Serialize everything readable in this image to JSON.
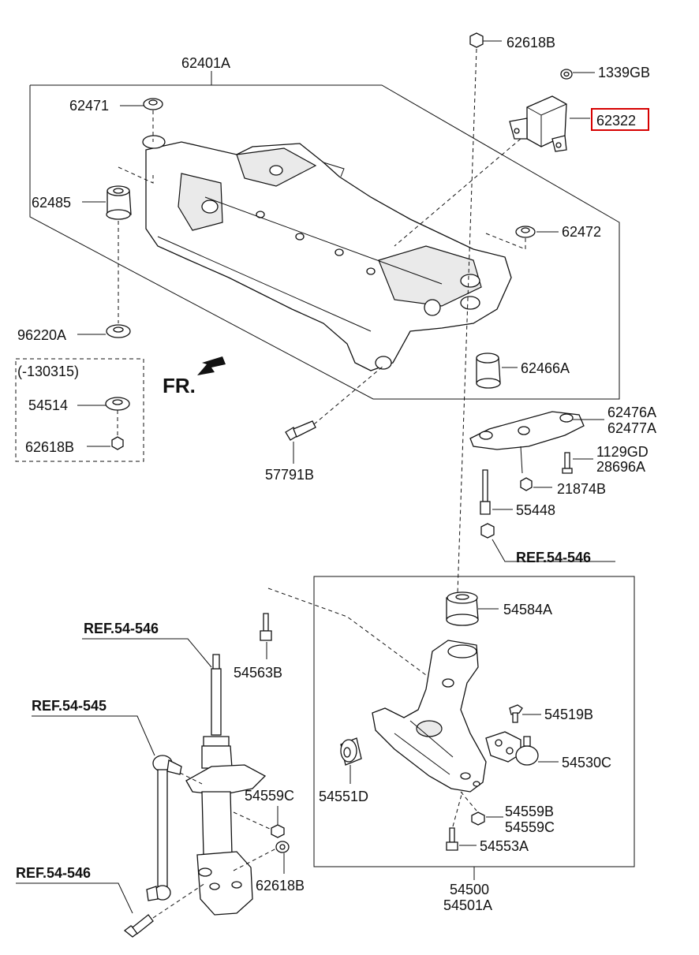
{
  "labels": {
    "p62401A": "62401A",
    "p62618B_top": "62618B",
    "p1339GB": "1339GB",
    "p62322": "62322",
    "p62471": "62471",
    "p62485": "62485",
    "p62472": "62472",
    "p96220A": "96220A",
    "p130315": "(-130315)",
    "p54514": "54514",
    "p62618B_box": "62618B",
    "p62466A": "62466A",
    "fr": "FR.",
    "p62476A": "62476A",
    "p62477A": "62477A",
    "p1129GD": "1129GD",
    "p28696A": "28696A",
    "p57791B": "57791B",
    "p21874B": "21874B",
    "p55448": "55448",
    "ref_54546_a": "REF.54-546",
    "ref_54546_b": "REF.54-546",
    "p54584A": "54584A",
    "p54563B": "54563B",
    "ref_54545": "REF.54-545",
    "p54519B": "54519B",
    "p54530C": "54530C",
    "p54559C_left": "54559C",
    "p54551D": "54551D",
    "p54559B": "54559B",
    "p54559C_right": "54559C",
    "p54553A": "54553A",
    "ref_54546_c": "REF.54-546",
    "p62618B_bottom": "62618B",
    "p54500": "54500",
    "p54501A": "54501A"
  },
  "highlight_color": "#d60000"
}
